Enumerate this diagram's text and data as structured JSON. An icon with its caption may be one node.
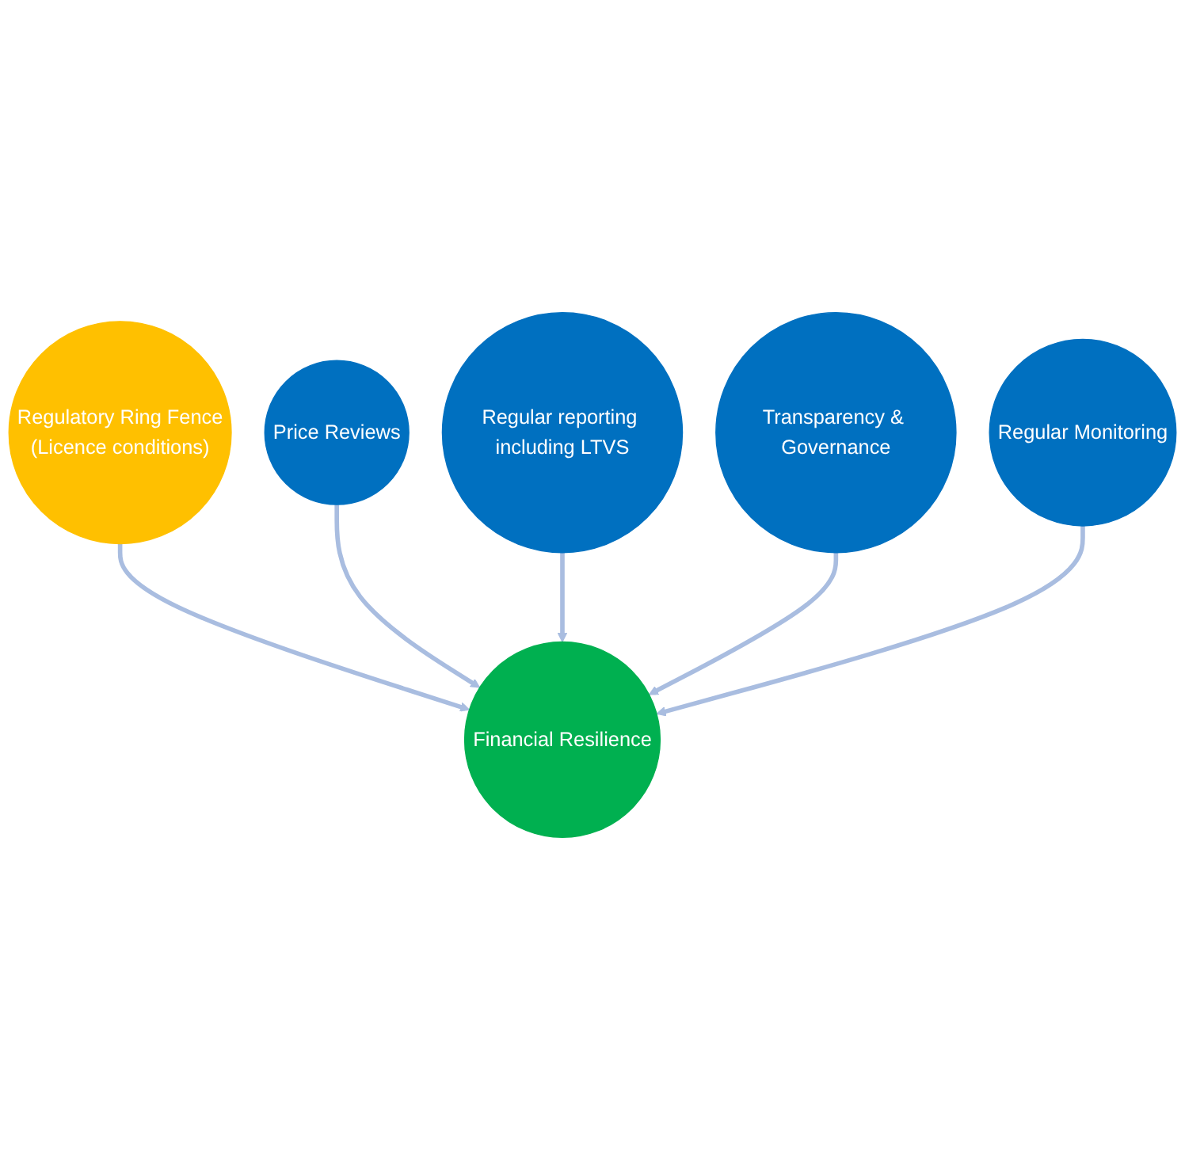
{
  "diagram": {
    "nodes": [
      {
        "text": [
          "Regulatory Ring Fence",
          "(Licence conditions)"
        ]
      },
      {
        "text": [
          "Price Reviews"
        ]
      },
      {
        "text": [
          "Regular reporting including LTVS"
        ]
      },
      {
        "text": [
          "Financial Resilience"
        ]
      },
      {
        "text": [
          "Transparency & Governance"
        ]
      },
      {
        "text": [
          "Regular Monitoring"
        ]
      }
    ],
    "edges": [
      {
        "from": 0,
        "to": 3,
        "arrow": "to"
      },
      {
        "from": 1,
        "to": 3,
        "arrow": "to"
      },
      {
        "from": 2,
        "to": 3,
        "arrow": "to"
      },
      {
        "from": 4,
        "to": 3,
        "arrow": "to"
      },
      {
        "from": 5,
        "to": 3,
        "arrow": "to"
      }
    ]
  }
}
